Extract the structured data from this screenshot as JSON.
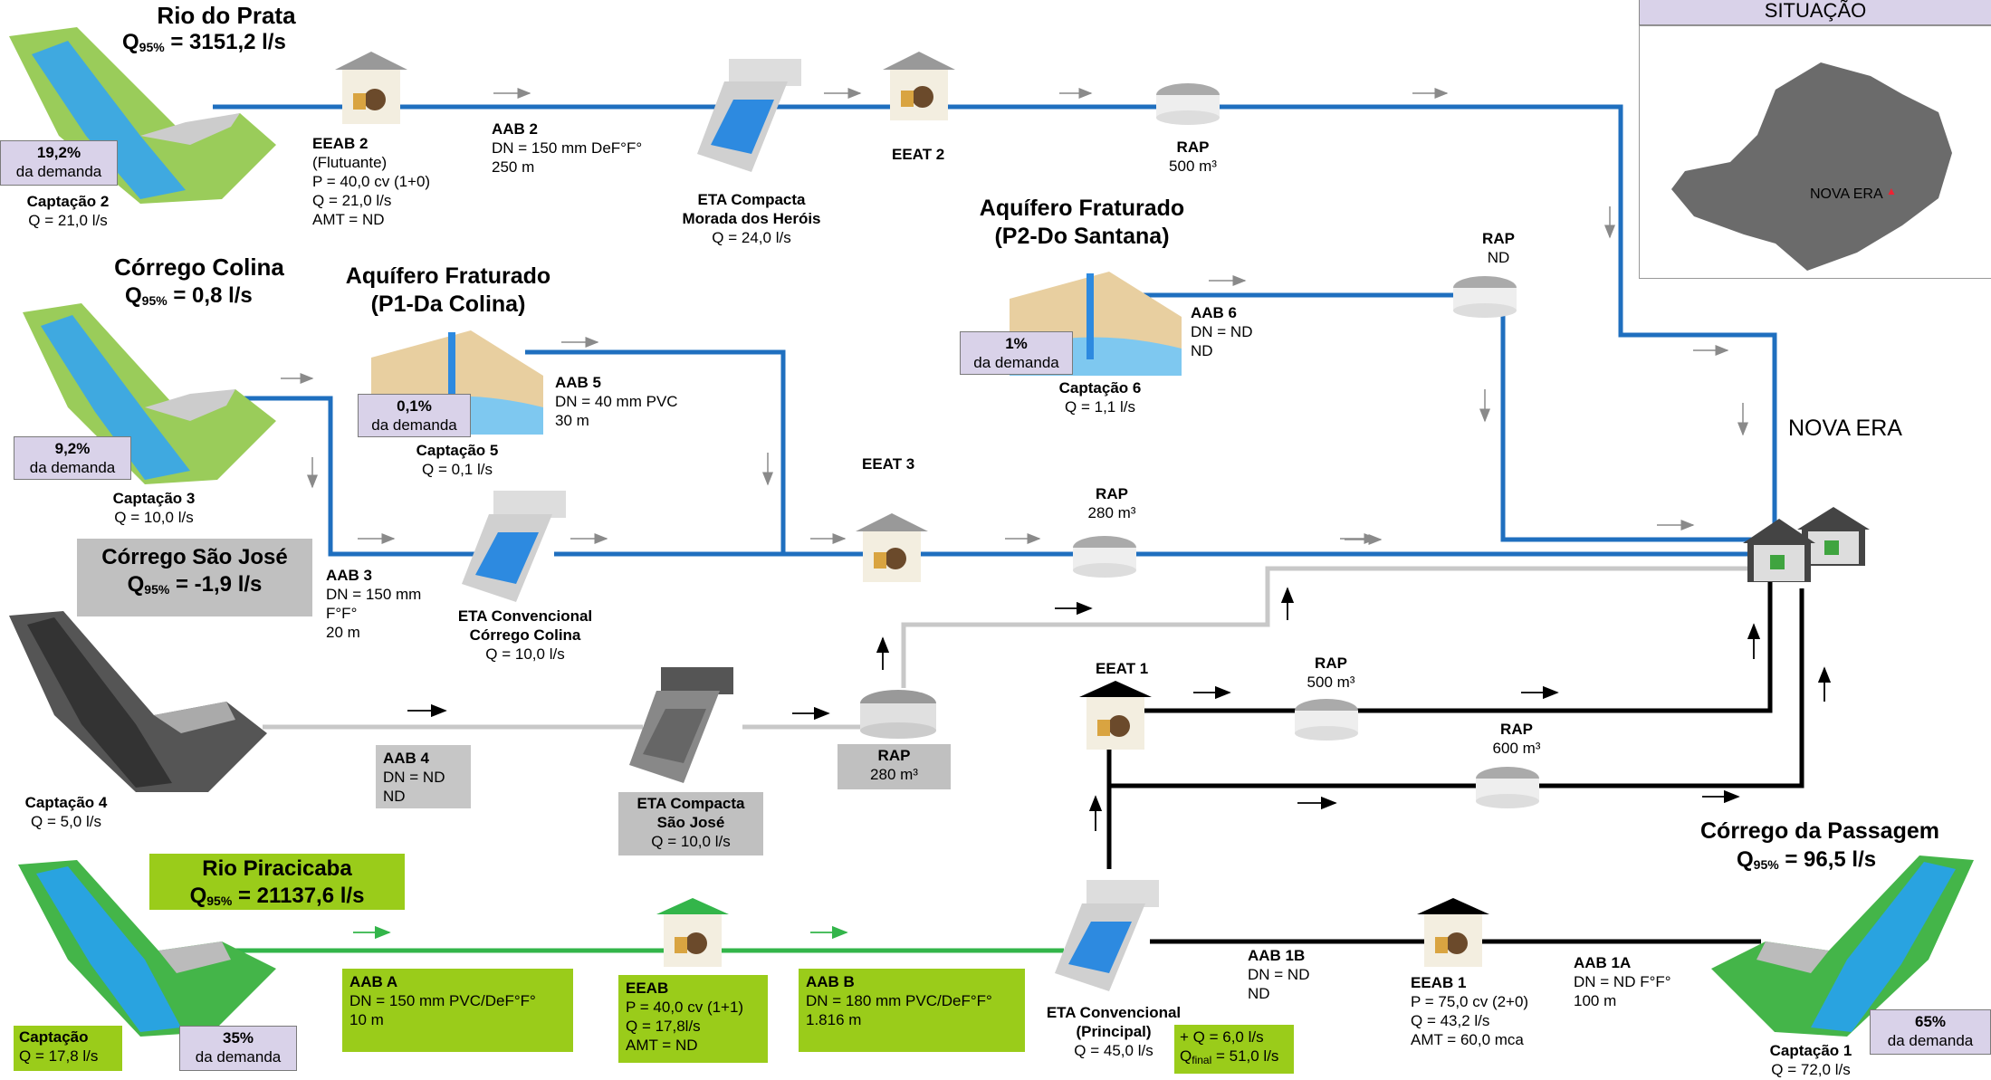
{
  "colors": {
    "blue": "#1f6fbf",
    "grey": "#c8c8c8",
    "black": "#000000",
    "green": "#33b54a",
    "lavender": "#d9d2e9",
    "lime": "#9acc1a"
  },
  "situacao": {
    "title": "SITUAÇÃO",
    "city": "NOVA ERA"
  },
  "destination": "NOVA ERA",
  "rio_prata": {
    "name": "Rio do Prata",
    "q_prefix": "Q",
    "q_sub": "95%",
    "q_value": " = 3151,2 l/s",
    "pct": "19,2%",
    "pct_label": "da demanda",
    "capt": "Captação 2",
    "capt_q": "Q = 21,0 l/s"
  },
  "eeab2": {
    "name": "EEAB 2",
    "l1": "(Flutuante)",
    "l2": "P = 40,0 cv (1+0)",
    "l3": "Q = 21,0 l/s",
    "l4": "AMT = ND"
  },
  "aab2": {
    "name": "AAB 2",
    "l1": "DN = 150 mm DeF°F°",
    "l2": "250 m"
  },
  "eta_morada": {
    "tag": "ETA",
    "l1": "ETA Compacta",
    "l2": "Morada dos Heróis",
    "l3": "Q = 24,0 l/s"
  },
  "eeat2": {
    "name": "EEAT 2"
  },
  "rap500a": {
    "name": "RAP",
    "vol": "500 m³"
  },
  "corrego_colina": {
    "name": "Córrego Colina",
    "q_prefix": "Q",
    "q_sub": "95%",
    "q_value": " = 0,8 l/s",
    "pct": "9,2%",
    "pct_label": "da demanda",
    "capt": "Captação 3",
    "capt_q": "Q = 10,0 l/s"
  },
  "p1": {
    "l1": "Aquífero Fraturado",
    "l2": "(P1-Da Colina)",
    "pct": "0,1%",
    "pct_label": "da demanda",
    "capt": "Captação 5",
    "capt_q": "Q = 0,1 l/s"
  },
  "aab5": {
    "name": "AAB 5",
    "l1": "DN = 40 mm PVC",
    "l2": "30 m"
  },
  "p2": {
    "l1": "Aquífero Fraturado",
    "l2": "(P2-Do Santana)",
    "pct": "1%",
    "pct_label": "da demanda",
    "capt": "Captação 6",
    "capt_q": "Q = 1,1 l/s"
  },
  "aab6": {
    "name": "AAB 6",
    "l1": "DN = ND",
    "l2": "ND"
  },
  "rapnd": {
    "name": "RAP",
    "vol": "ND"
  },
  "aab3": {
    "name": "AAB 3",
    "l1": "DN = 150 mm",
    "l2": "F°F°",
    "l3": "20 m"
  },
  "eta_colina": {
    "tag": "ETA",
    "l1": "ETA Convencional",
    "l2": "Córrego Colina",
    "l3": "Q = 10,0 l/s"
  },
  "eeat3": {
    "name": "EEAT 3"
  },
  "rap280a": {
    "name": "RAP",
    "vol": "280 m³"
  },
  "sao_jose": {
    "name": "Córrego São José",
    "q_prefix": "Q",
    "q_sub": "95%",
    "q_value": " = -1,9 l/s",
    "capt": "Captação 4",
    "capt_q": "Q = 5,0 l/s"
  },
  "aab4": {
    "name": "AAB 4",
    "l1": "DN = ND",
    "l2": "ND"
  },
  "eta_sj": {
    "tag": "ETA",
    "l1": "ETA Compacta",
    "l2": "São José",
    "l3": "Q = 10,0 l/s"
  },
  "rap280b": {
    "name": "RAP",
    "vol": "280 m³"
  },
  "eeat1": {
    "name": "EEAT 1"
  },
  "rap500b": {
    "name": "RAP",
    "vol": "500 m³"
  },
  "rap600": {
    "name": "RAP",
    "vol": "600 m³"
  },
  "passagem": {
    "name": "Córrego da Passagem",
    "q_prefix": "Q",
    "q_sub": "95%",
    "q_value": " = 96,5 l/s",
    "pct": "65%",
    "pct_label": "da demanda",
    "capt": "Captação 1",
    "capt_q": "Q = 72,0 l/s"
  },
  "aab1a": {
    "name": "AAB 1A",
    "l1": "DN = ND F°F°",
    "l2": "100 m"
  },
  "eeab1": {
    "name": "EEAB 1",
    "l1": "P = 75,0 cv (2+0)",
    "l2": "Q = 43,2 l/s",
    "l3": "AMT = 60,0 mca"
  },
  "aab1b": {
    "name": "AAB 1B",
    "l1": "DN = ND",
    "l2": "ND"
  },
  "eta_principal": {
    "tag": "ETA",
    "l1": "ETA Convencional",
    "l2": "(Principal)",
    "l3": "Q = 45,0 l/s",
    "add": "+ Q = 6,0 l/s",
    "qf_prefix": "Q",
    "qf_sub": "final",
    "qf_value": " = 51,0 l/s"
  },
  "piracicaba": {
    "name": "Rio Piracicaba",
    "q_prefix": "Q",
    "q_sub": "95%",
    "q_value": " = 21137,6 l/s",
    "pct": "35%",
    "pct_label": "da demanda",
    "capt": "Captação",
    "capt_q": "Q = 17,8 l/s"
  },
  "aaba": {
    "name": "AAB A",
    "l1": "DN = 150 mm PVC/DeF°F°",
    "l2": "10 m"
  },
  "eeab": {
    "name": "EEAB",
    "l1": "P = 40,0 cv (1+1)",
    "l2": "Q = 17,8l/s",
    "l3": "AMT = ND"
  },
  "aabb": {
    "name": "AAB B",
    "l1": "DN = 180 mm PVC/DeF°F°",
    "l2": "1.816 m"
  }
}
